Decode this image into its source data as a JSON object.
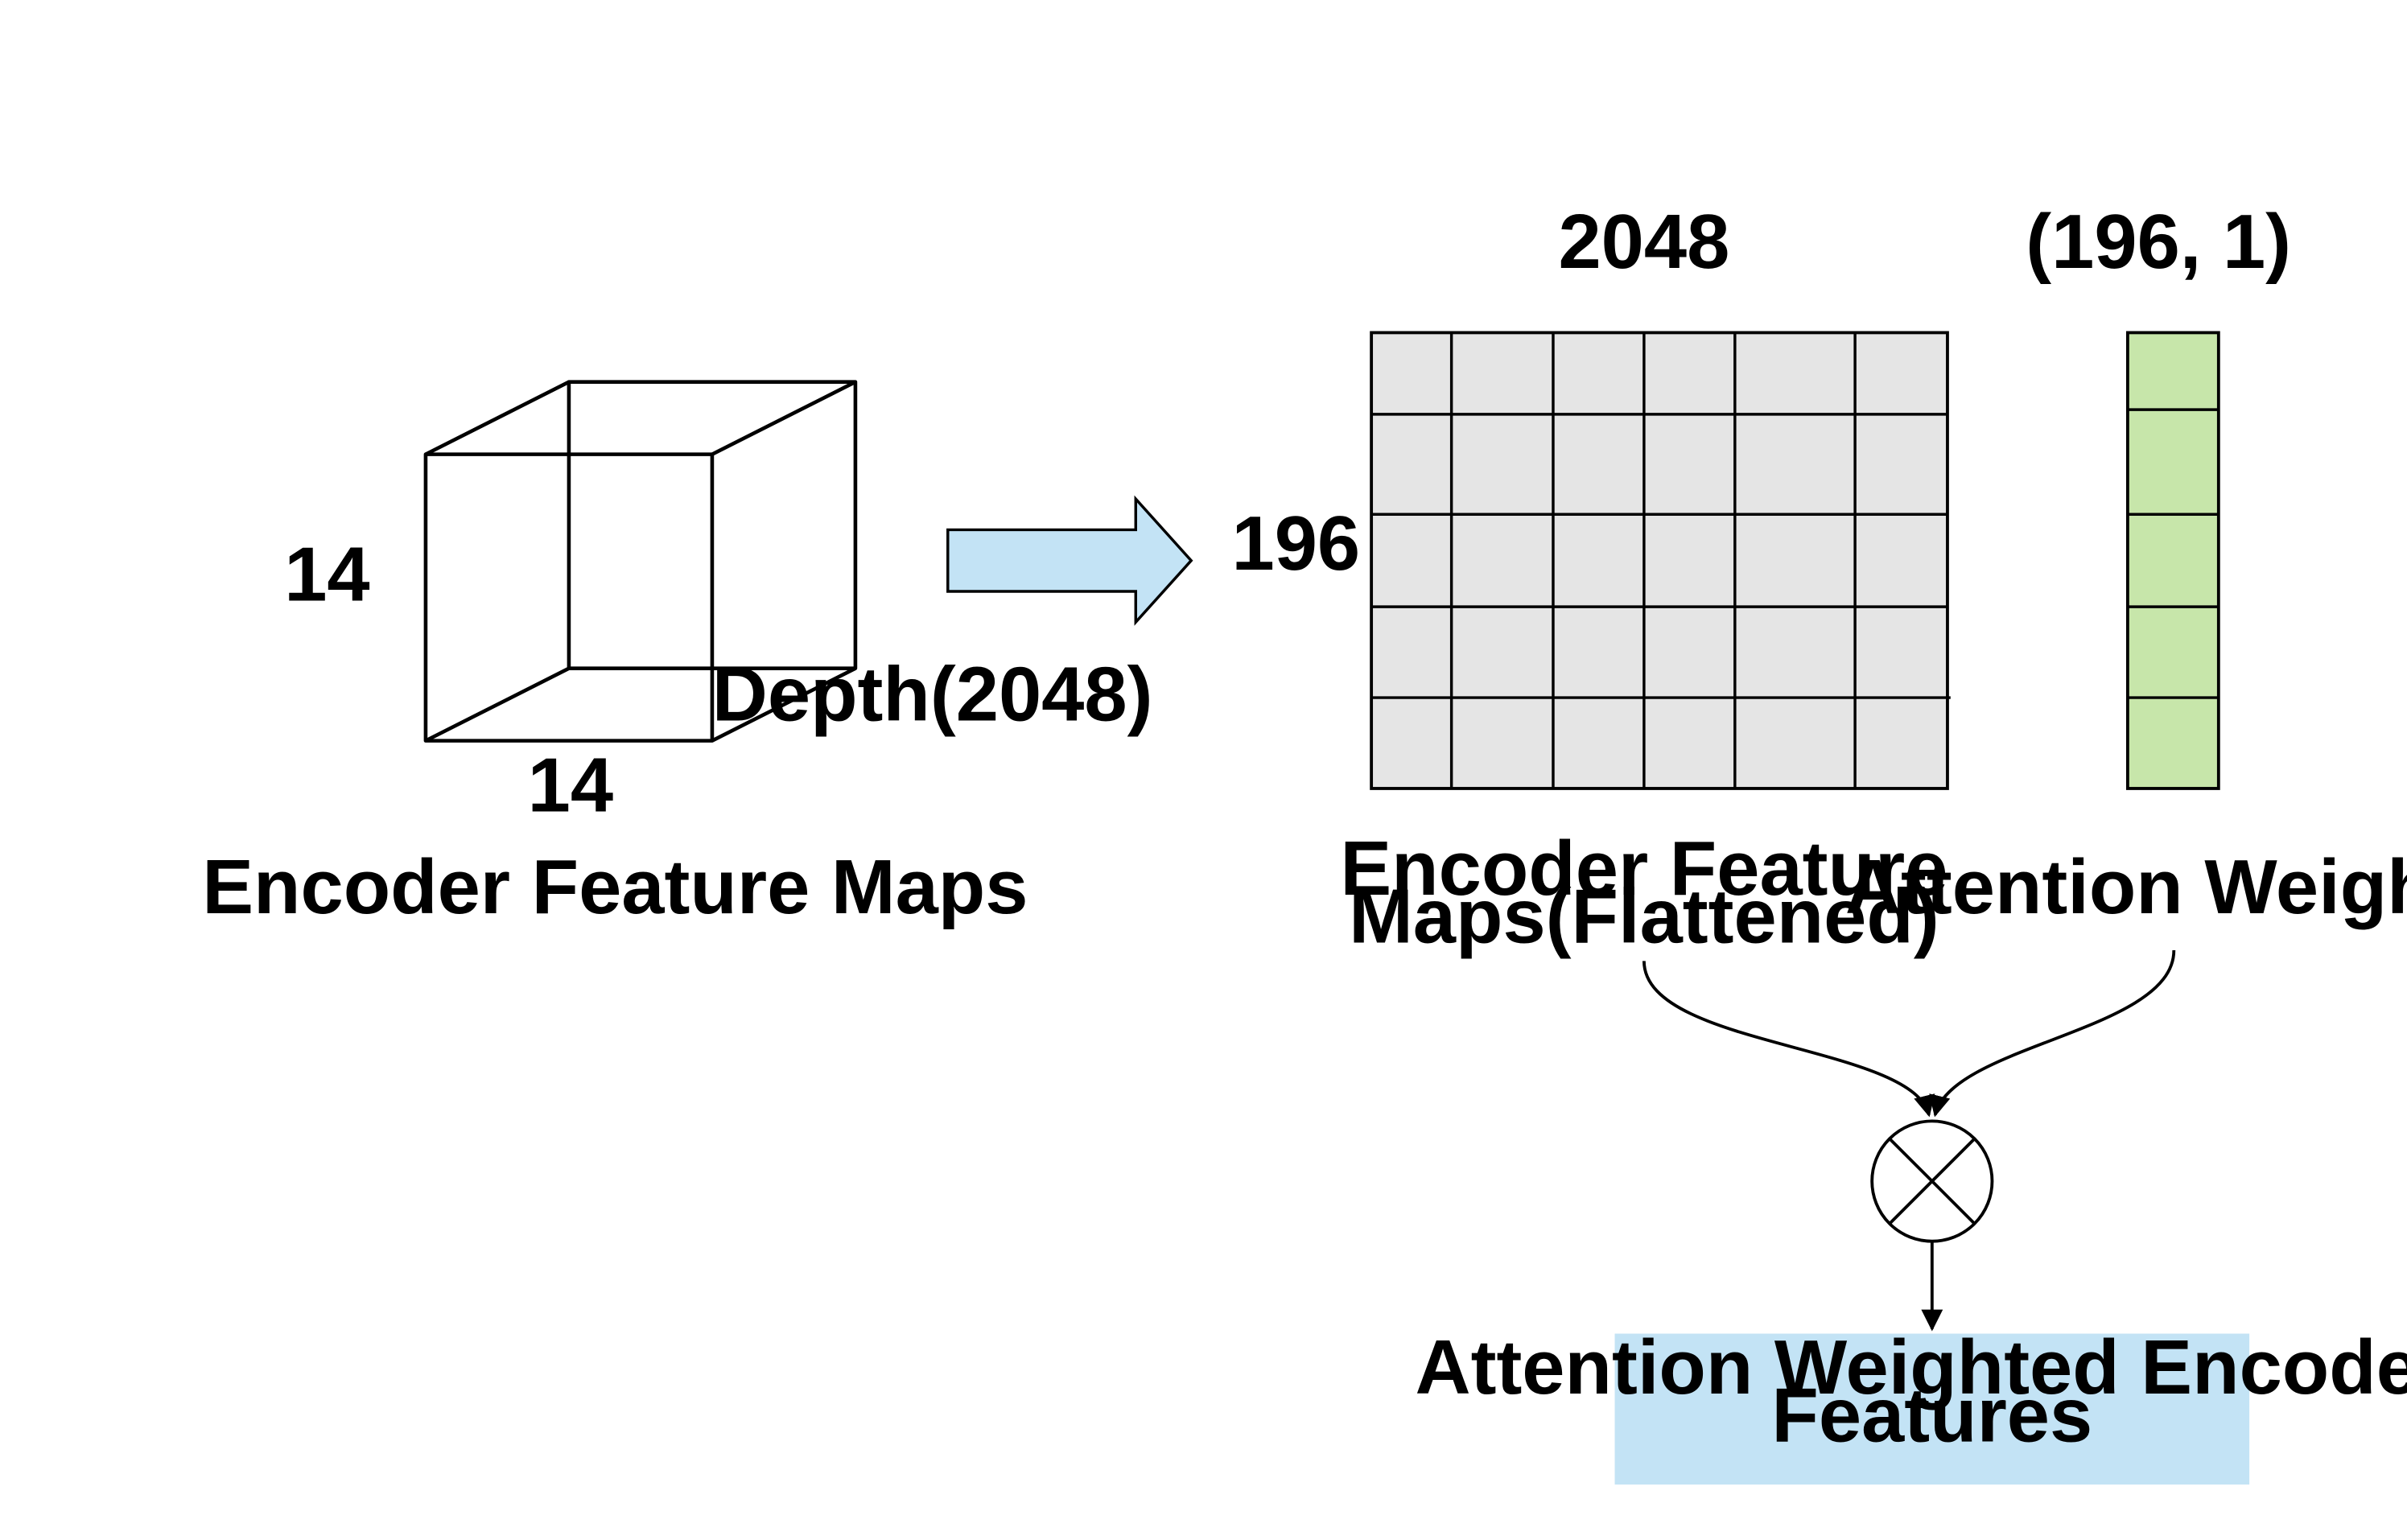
{
  "cube": {
    "height_label": "14",
    "width_label": "14",
    "depth_label": "Depth(2048)",
    "caption": "Encoder Feature Maps"
  },
  "flattened": {
    "columns_label": "2048",
    "rows_label": "196",
    "caption_line1": "Encoder Feature",
    "caption_line2": "Maps(Flattened)"
  },
  "weights": {
    "shape_label": "(196, 1)",
    "caption": "Attention Weights"
  },
  "output": {
    "label_line1": "Attention Weighted Encoder",
    "label_line2": "Features"
  },
  "colors": {
    "arrow_fill": "#c3e3f5",
    "grid_fill": "#e5e5e5",
    "weights_fill": "#c7e6aa",
    "output_fill": "#c3e3f5",
    "stroke": "#000000"
  }
}
